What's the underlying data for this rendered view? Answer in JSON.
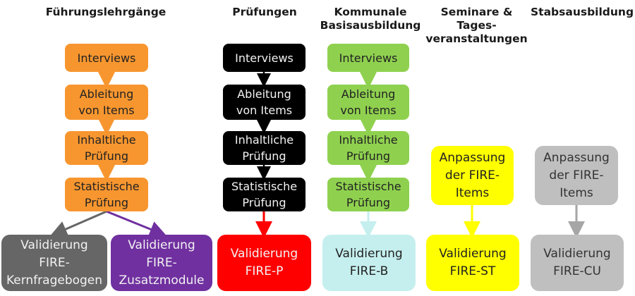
{
  "columns": [
    {
      "header": "Führungslehrgänge",
      "color": "#f7962f",
      "steps": [
        "Interviews",
        "Ableitung\nvon Items",
        "Inhaltliche\nPrüfung",
        "Statistische\nPrüfung"
      ],
      "outcomes": [
        {
          "label": "Validierung\nFIRE-\nKernfragebogen",
          "color": "#666666"
        },
        {
          "label": "Validierung\nFIRE-\nZusatzmodule",
          "color": "#7030a0"
        }
      ]
    },
    {
      "header": "Prüfungen",
      "color": "#000000",
      "steps": [
        "Interviews",
        "Ableitung\nvon Items",
        "Inhaltliche\nPrüfung",
        "Statistische\nPrüfung"
      ],
      "outcomes": [
        {
          "label": "Validierung\nFIRE-P",
          "color": "#ff0000"
        }
      ]
    },
    {
      "header": "Kommunale\nBasisausbildung",
      "color": "#8fd14f",
      "steps": [
        "Interviews",
        "Ableitung\nvon Items",
        "Inhaltliche\nPrüfung",
        "Statistische\nPrüfung"
      ],
      "outcomes": [
        {
          "label": "Validierung\nFIRE-B",
          "color": "#c5efee"
        }
      ]
    },
    {
      "header": "Seminare &\nTages-\nveranstaltungen",
      "color": "#ffff00",
      "steps": [
        "Anpassung\nder FIRE-\nItems"
      ],
      "outcomes": [
        {
          "label": "Validierung\nFIRE-ST",
          "color": "#ffff00"
        }
      ]
    },
    {
      "header": "Stabsausbildung",
      "color": "#bfbfbf",
      "steps": [
        "Anpassung\nder FIRE-\nItems"
      ],
      "outcomes": [
        {
          "label": "Validierung\nFIRE-CU",
          "color": "#bfbfbf"
        }
      ]
    }
  ]
}
